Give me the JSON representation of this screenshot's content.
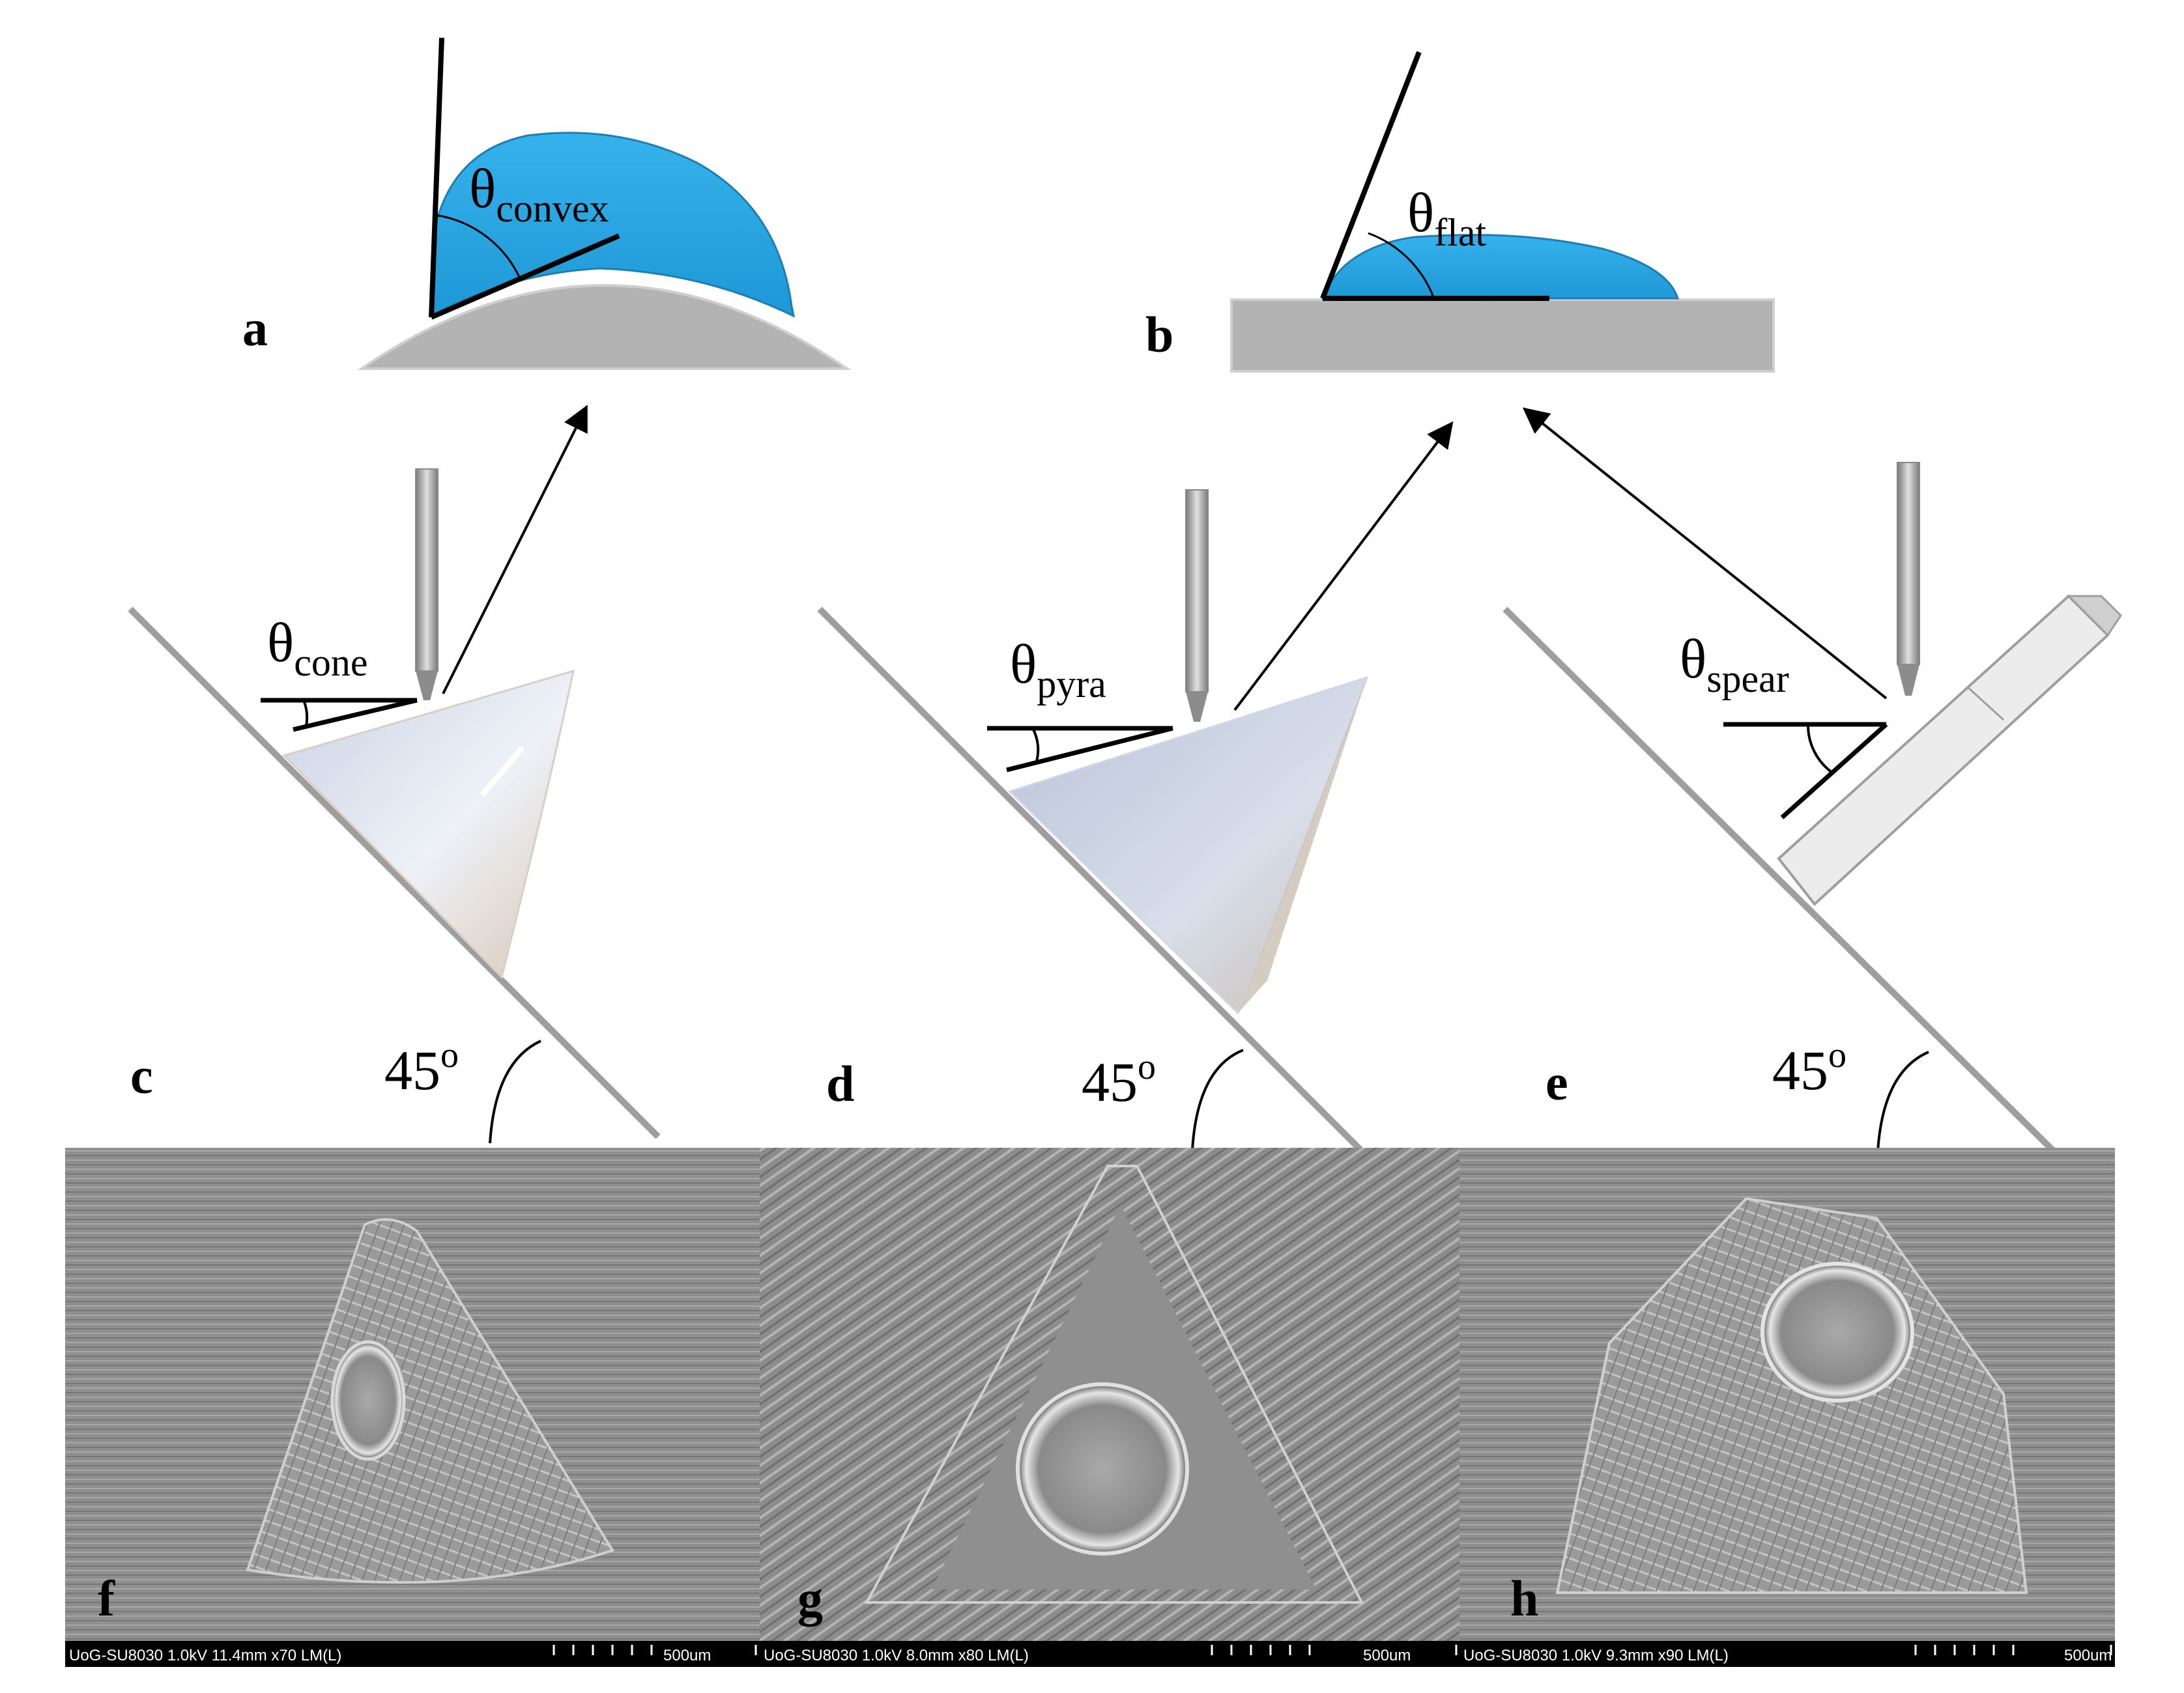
{
  "panels": {
    "a": {
      "label": "a",
      "theta": "θ",
      "sub": "convex"
    },
    "b": {
      "label": "b",
      "theta": "θ",
      "sub": "flat"
    },
    "c": {
      "label": "c",
      "theta": "θ",
      "sub": "cone",
      "angle": "45",
      "deg": "o"
    },
    "d": {
      "label": "d",
      "theta": "θ",
      "sub": "pyra",
      "angle": "45",
      "deg": "o"
    },
    "e": {
      "label": "e",
      "theta": "θ",
      "sub": "spear",
      "angle": "45",
      "deg": "o"
    },
    "f": {
      "label": "f",
      "sem_info": "UoG-SU8030 1.0kV 11.4mm x70 LM(L)",
      "scale": "500um"
    },
    "g": {
      "label": "g",
      "sem_info": "UoG-SU8030 1.0kV 8.0mm x80 LM(L)",
      "scale": "500um"
    },
    "h": {
      "label": "h",
      "sem_info": "UoG-SU8030 1.0kV 9.3mm x90 LM(L)",
      "scale": "500um"
    }
  },
  "colors": {
    "droplet": "#2aa7e3",
    "surface": "#b3b3b3",
    "sem_bg": "#8a8a8a",
    "sem_bar": "#000000"
  }
}
